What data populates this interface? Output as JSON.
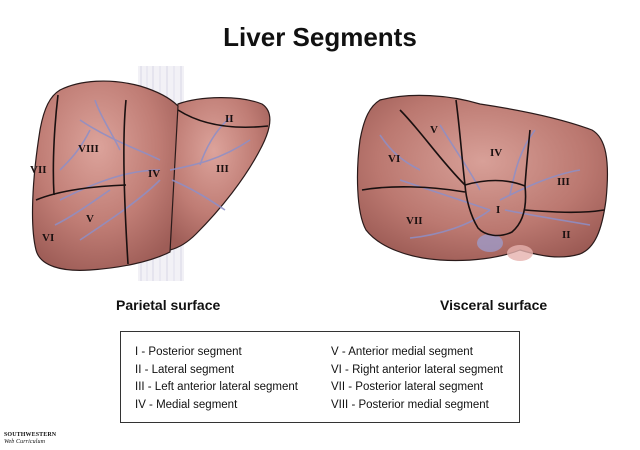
{
  "title": "Liver Segments",
  "parietal": {
    "caption": "Parietal surface",
    "labels": {
      "II": "II",
      "III": "III",
      "IV": "IV",
      "V": "V",
      "VI": "VI",
      "VII": "VII",
      "VIII": "VIII"
    }
  },
  "visceral": {
    "caption": "Visceral surface",
    "labels": {
      "I": "I",
      "II": "II",
      "III": "III",
      "IV": "IV",
      "V": "V",
      "VI": "VI",
      "VII": "VII"
    }
  },
  "legend": {
    "left": [
      "I - Posterior segment",
      "II - Lateral segment",
      "III - Left anterior lateral segment",
      "IV - Medial segment"
    ],
    "right": [
      "V - Anterior medial segment",
      "VI - Right anterior lateral segment",
      "VII - Posterior lateral segment",
      "VIII - Posterior medial segment"
    ]
  },
  "credit": {
    "line1": "SOUTHWESTERN",
    "line2": "Web Curriculum"
  },
  "colors": {
    "liver": "#b8716b",
    "liver_light": "#d29890",
    "vessel": "#8d8fc8",
    "outline": "#2a1a1a"
  }
}
